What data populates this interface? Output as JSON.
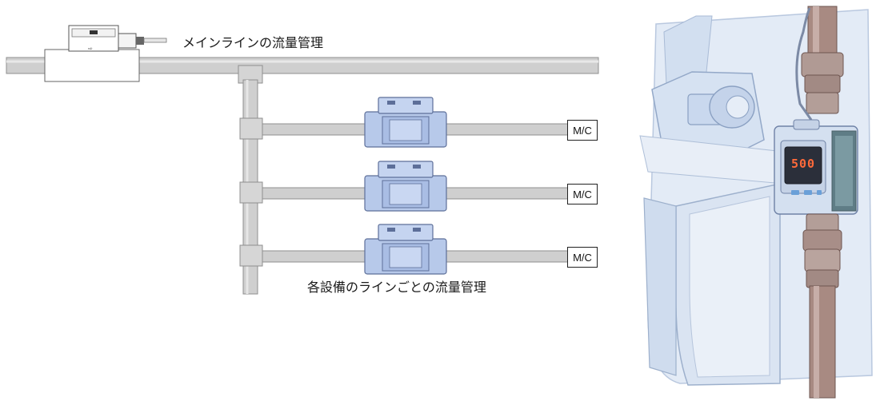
{
  "labels": {
    "main_line": "メインラインの流量管理",
    "equipment_line": "各設備のラインごとの流量管理"
  },
  "machines": [
    {
      "label": "M/C"
    },
    {
      "label": "M/C"
    },
    {
      "label": "M/C"
    }
  ],
  "sensor_display": {
    "reading": "500"
  },
  "colors": {
    "pipe": "#c8c8c8",
    "pipe_edge": "#8f8f8f",
    "sensor_body": "#b7c9ea",
    "sensor_edge": "#5d6f99",
    "illustration_bg": "#dfe7f3",
    "copper_pipe": "#9a7a72",
    "display_digits": "#ff6a3a"
  }
}
